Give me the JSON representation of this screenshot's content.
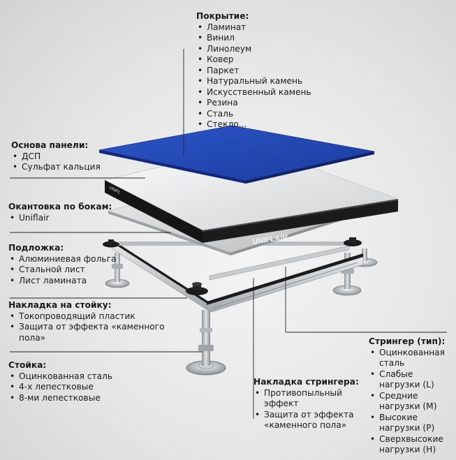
{
  "brand": {
    "logo_text": "UNIFLAIR"
  },
  "colors": {
    "tile_blue": "#2346b3",
    "frame_dark": "#1c1c1c",
    "metal": "#bfc3c6"
  },
  "callouts": {
    "covering": {
      "title": "Покрытие:",
      "items": [
        "Ламинат",
        "Винил",
        "Линолеум",
        "Ковер",
        "Паркет",
        "Натуральный камень",
        "Искусственный камень",
        "Резина",
        "Сталь",
        "Стекло..."
      ]
    },
    "panel_base": {
      "title": "Основа панели:",
      "items": [
        "ДСП",
        "Сульфат кальция"
      ]
    },
    "edge_trim": {
      "title": "Окантовка по бокам:",
      "items": [
        "Uniflair"
      ]
    },
    "underlay": {
      "title": "Подложка:",
      "items": [
        "Алюминиевая фольга",
        "Стальной лист",
        "Лист ламината"
      ]
    },
    "pedestal_head": {
      "title": "Накладка на стойку:",
      "items": [
        "Токопроводящий пластик",
        "Защита от эффекта «каменного пола»"
      ]
    },
    "pedestal": {
      "title": "Стойка:",
      "items": [
        "Оцинкованная сталь",
        "4-х лепестковые",
        "8-ми лепестковые"
      ]
    },
    "stringer_gasket": {
      "title": "Накладка стрингера:",
      "items": [
        "Противопыльный эффект",
        "Защита от эффекта «каменного пола»"
      ]
    },
    "stringer": {
      "title": "Стрингер (тип):",
      "items": [
        "Оцинкованная сталь",
        "Слабые нагрузки (L)",
        "Средние нагрузки (M)",
        "Высокие нагрузки (P)",
        "Сверхвысокие нагрузки (H)"
      ]
    }
  }
}
